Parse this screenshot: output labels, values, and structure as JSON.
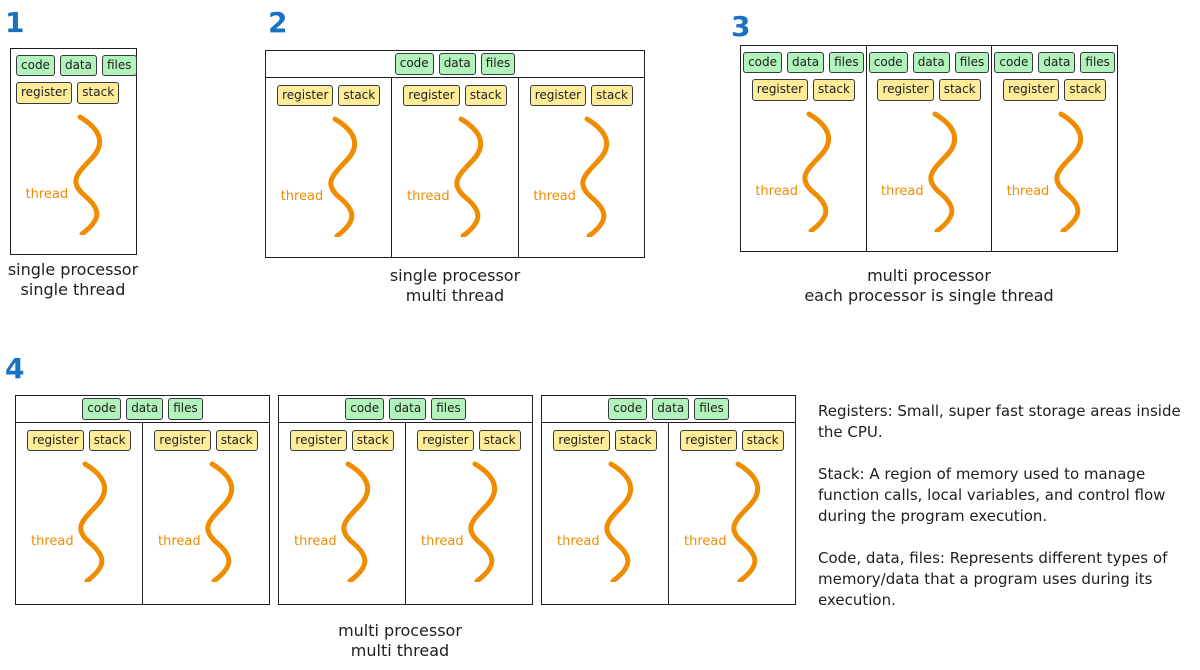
{
  "colors": {
    "chip_green": "#b2f2bb",
    "chip_yellow": "#ffec99",
    "thread_orange": "#f08c00",
    "number_blue": "#1971c2",
    "outline_ink": "#1e1e1e",
    "chip_border": "#343a40"
  },
  "labels": {
    "code": "code",
    "data": "data",
    "files": "files",
    "register": "register",
    "stack": "stack",
    "thread": "thread"
  },
  "diagrams": {
    "d1": {
      "number": "1",
      "caption": [
        "single processor",
        "single thread"
      ]
    },
    "d2": {
      "number": "2",
      "caption": [
        "single processor",
        "multi thread"
      ]
    },
    "d3": {
      "number": "3",
      "caption": [
        "multi processor",
        "each processor is single thread"
      ]
    },
    "d4": {
      "number": "4",
      "caption": [
        "multi processor",
        "multi thread"
      ]
    }
  },
  "notes": [
    "Registers: Small, super fast storage areas inside the CPU.",
    "Stack: A region of memory used to manage function calls, local variables, and control flow during the program execution.",
    "Code, data, files: Represents different types of memory/data that a program uses during its execution."
  ]
}
